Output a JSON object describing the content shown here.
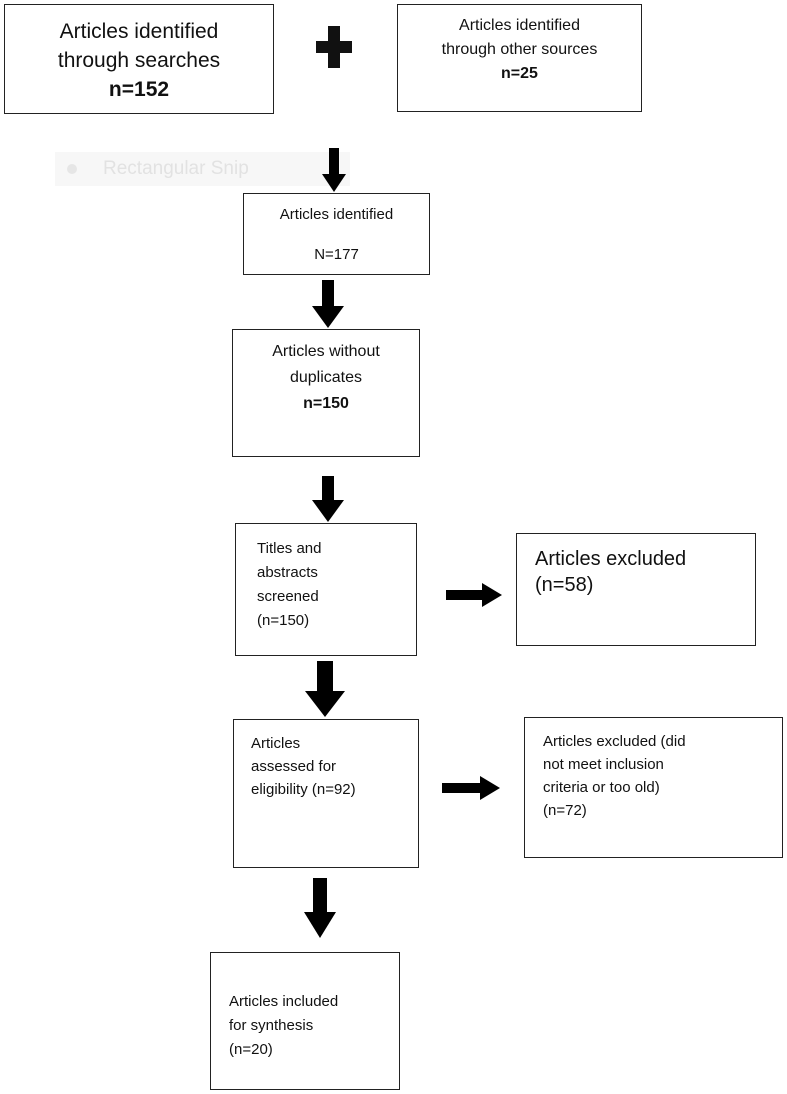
{
  "boxes": {
    "searches": {
      "line1": "Articles identified",
      "line2": "through searches",
      "count": "n=152"
    },
    "other_sources": {
      "line1": "Articles identified",
      "line2": "through other sources",
      "count": "n=25"
    },
    "identified": {
      "line1": "Articles identified",
      "count": "N=177"
    },
    "no_duplicates": {
      "line1": "Articles without",
      "line2": "duplicates",
      "count": "n=150"
    },
    "screened": {
      "line1": "Titles and",
      "line2": "abstracts",
      "line3": "screened",
      "count": "(n=150)"
    },
    "excluded_1": {
      "line1": "Articles excluded",
      "count": "(n=58)"
    },
    "eligibility": {
      "line1": "Articles",
      "line2": "assessed for",
      "line3": "eligibility (n=92)"
    },
    "excluded_2": {
      "line1": "Articles excluded (did",
      "line2": "not meet inclusion",
      "line3": "criteria or too old)",
      "count": "(n=72)"
    },
    "included": {
      "line1": "Articles included",
      "line2": "for synthesis",
      "count": "(n=20)"
    }
  },
  "overlay": {
    "snip_label": "Rectangular Snip"
  },
  "colors": {
    "arrow": "#000000",
    "border": "#222222"
  }
}
